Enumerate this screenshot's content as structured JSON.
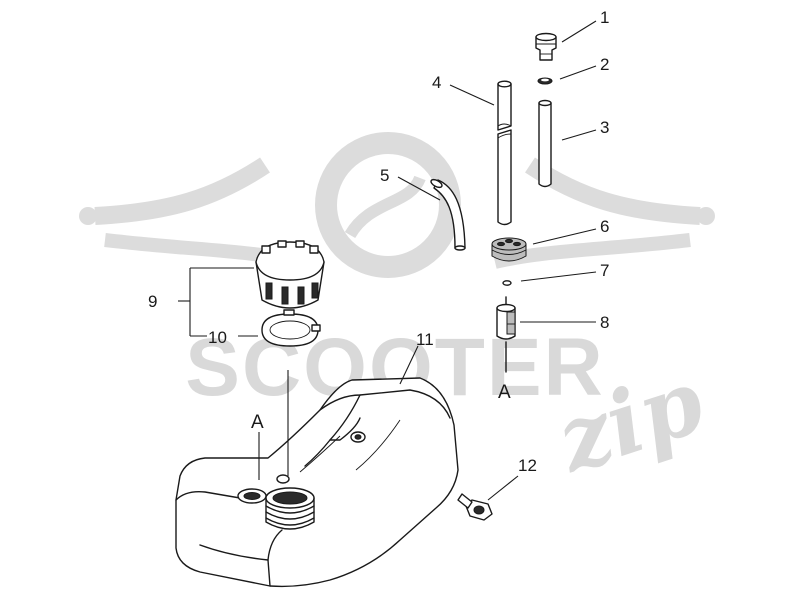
{
  "diagram": {
    "callouts": [
      "1",
      "2",
      "3",
      "4",
      "5",
      "6",
      "7",
      "8",
      "9",
      "10",
      "11",
      "12"
    ],
    "letters": [
      "A",
      "A"
    ]
  },
  "watermark": {
    "brand": "SCOOTER",
    "script": "zip"
  },
  "colors": {
    "line": "#1a1a1a",
    "watermark": "#d9d9d9",
    "background": "#ffffff"
  }
}
